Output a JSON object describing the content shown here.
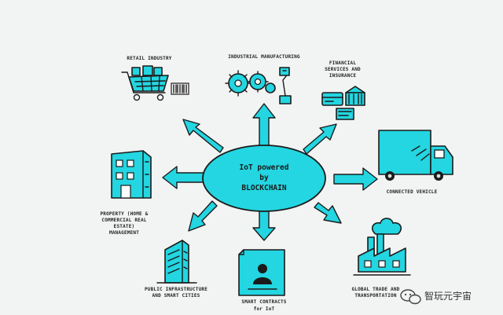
{
  "center": {
    "line1": "IoT powered",
    "line2": "by",
    "line3": "BLOCKCHAIN"
  },
  "nodes": [
    {
      "id": "retail",
      "lines": [
        "RETAIL INDUSTRY"
      ],
      "icon": "shopping-cart-icon"
    },
    {
      "id": "manufacturing",
      "lines": [
        "INDUSTRIAL MANUFACTURING"
      ],
      "icon": "gears-robot-arm-icon"
    },
    {
      "id": "financial",
      "lines": [
        "FINANCIAL",
        "SERVICES AND",
        "INSURANCE"
      ],
      "icon": "bank-card-icon"
    },
    {
      "id": "vehicle",
      "lines": [
        "CONNECTED VEHICLE"
      ],
      "icon": "truck-icon"
    },
    {
      "id": "trade",
      "lines": [
        "GLOBAL TRADE AND",
        "TRANSPORTATION"
      ],
      "icon": "factory-icon"
    },
    {
      "id": "contracts",
      "lines": [
        "SMART CONTRACTS",
        "for IoT"
      ],
      "icon": "contract-document-icon"
    },
    {
      "id": "public",
      "lines": [
        "PUBLIC INFRASTRUCTURE",
        "AND SMART CITIES"
      ],
      "icon": "skyscraper-icon"
    },
    {
      "id": "property",
      "lines": [
        "PROPERTY (HOME &",
        "COMMERCIAL REAL",
        "ESTATE)",
        "MANAGEMENT"
      ],
      "icon": "apartment-building-icon"
    }
  ],
  "watermark": {
    "text": "智玩元宇宙",
    "icon": "wechat-icon"
  },
  "colors": {
    "accent": "#23d6e1",
    "ink": "#1b1b1b",
    "background": "#f2f3f3"
  }
}
